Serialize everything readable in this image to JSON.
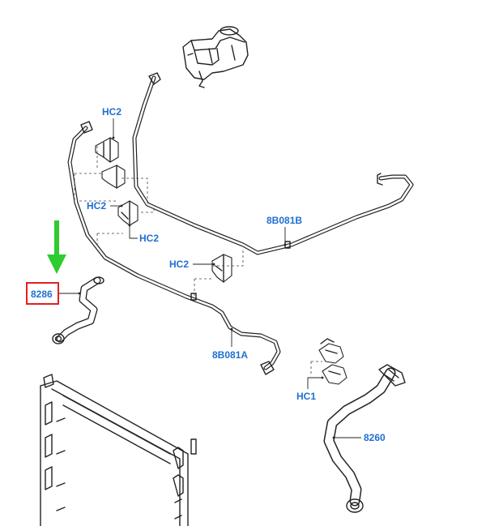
{
  "labels": {
    "hc2_a": "HC2",
    "hc2_b": "HC2",
    "hc2_c": "HC2",
    "hc2_d": "HC2",
    "hose_8b081b": "8B081B",
    "hose_8b081a": "8B081A",
    "hose_8286": "8286",
    "clip_hc1": "HC1",
    "hose_8260": "8260"
  },
  "colors": {
    "callout_text": "#1f6fd1",
    "highlight_box": "#e02020",
    "indicator_arrow": "#2ecc2e",
    "line_art": "#222222"
  },
  "icons": {
    "indicator": "down-arrow-icon"
  }
}
